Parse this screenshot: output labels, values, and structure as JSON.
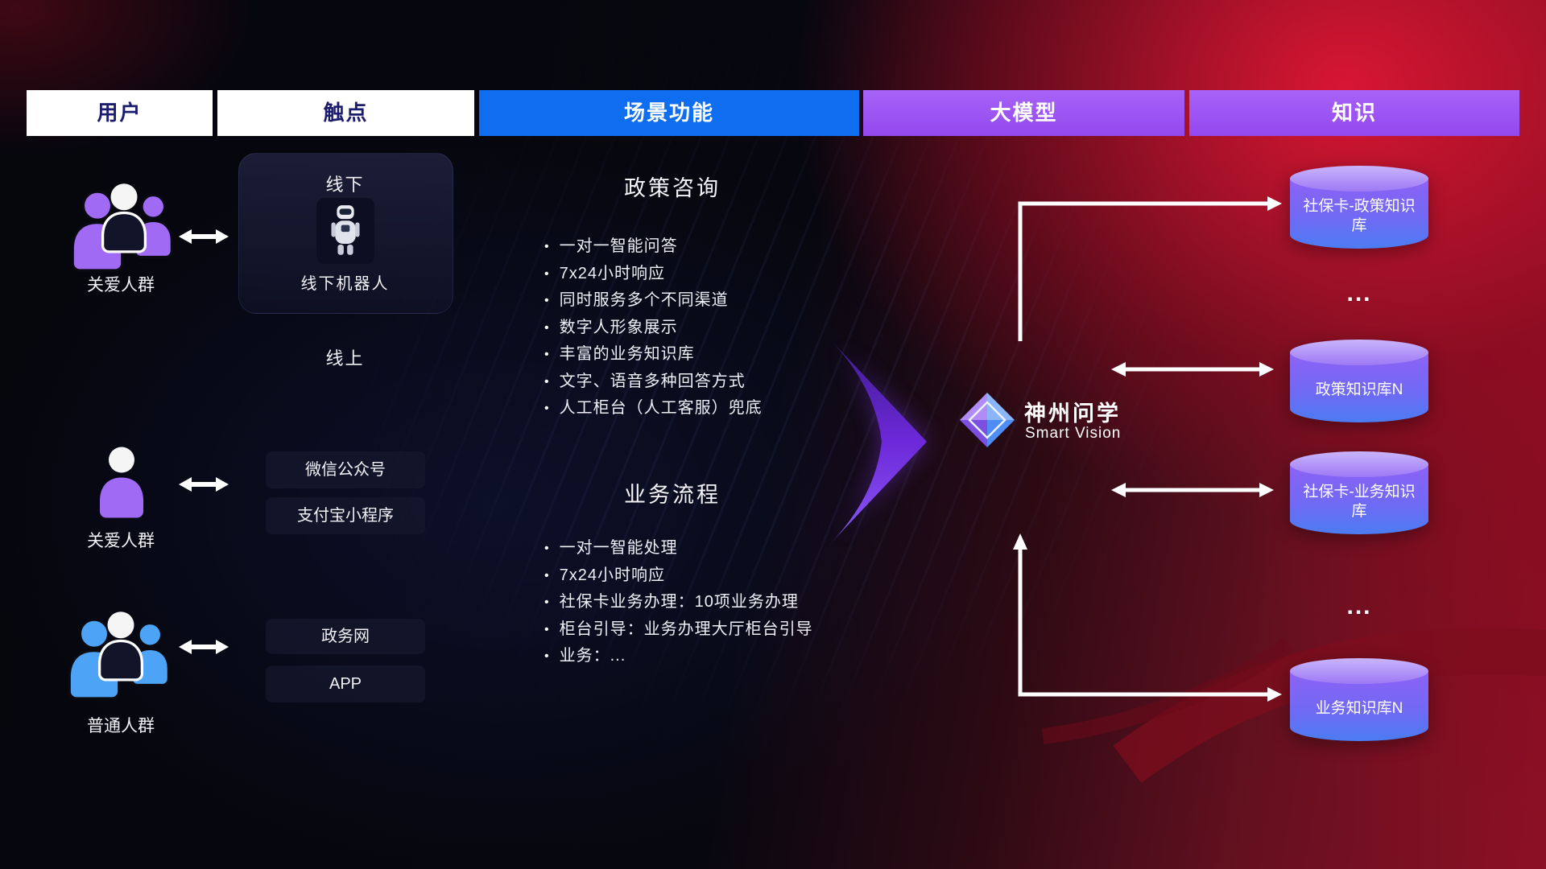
{
  "headers": [
    {
      "label": "用户"
    },
    {
      "label": "触点"
    },
    {
      "label": "场景功能"
    },
    {
      "label": "大模型"
    },
    {
      "label": "知识"
    }
  ],
  "users": [
    {
      "label": "关爱人群"
    },
    {
      "label": "关爱人群"
    },
    {
      "label": "普通人群"
    }
  ],
  "touchpoints": {
    "offline_title": "线下",
    "offline_robot": "线下机器人",
    "online_title": "线上",
    "channels": [
      "微信公众号",
      "支付宝小程序",
      "政务网",
      "APP"
    ]
  },
  "scenarios": [
    {
      "title": "政策咨询",
      "items": [
        "一对一智能问答",
        "7x24小时响应",
        "同时服务多个不同渠道",
        "数字人形象展示",
        "丰富的业务知识库",
        "文字、语音多种回答方式",
        "人工柜台（人工客服）兜底"
      ]
    },
    {
      "title": "业务流程",
      "items": [
        "一对一智能处理",
        "7x24小时响应",
        "社保卡业务办理：10项业务办理",
        "柜台引导：业务办理大厅柜台引导",
        "业务：..."
      ]
    }
  ],
  "model": {
    "name": "神州问学",
    "subtitle": "Smart Vision"
  },
  "knowledge": {
    "items": [
      "社保卡-政策知识库",
      "政策知识库N",
      "社保卡-业务知识库",
      "业务知识库N"
    ],
    "ellipsis": "..."
  },
  "colors": {
    "header_blue": "#0f6ef0",
    "header_purple": "#9e56f3",
    "header_navy_text": "#1c1c6e",
    "cylinder_top": "#c9b5fb",
    "cylinder_body_top": "#8d62f4",
    "cylinder_body_bottom": "#4b7cf2",
    "accent_purple": "#7c3aed",
    "people_purple": "#a06af5",
    "people_blue": "#4da3f5",
    "background_red": "#8d1126",
    "arrow_white": "#ffffff"
  }
}
